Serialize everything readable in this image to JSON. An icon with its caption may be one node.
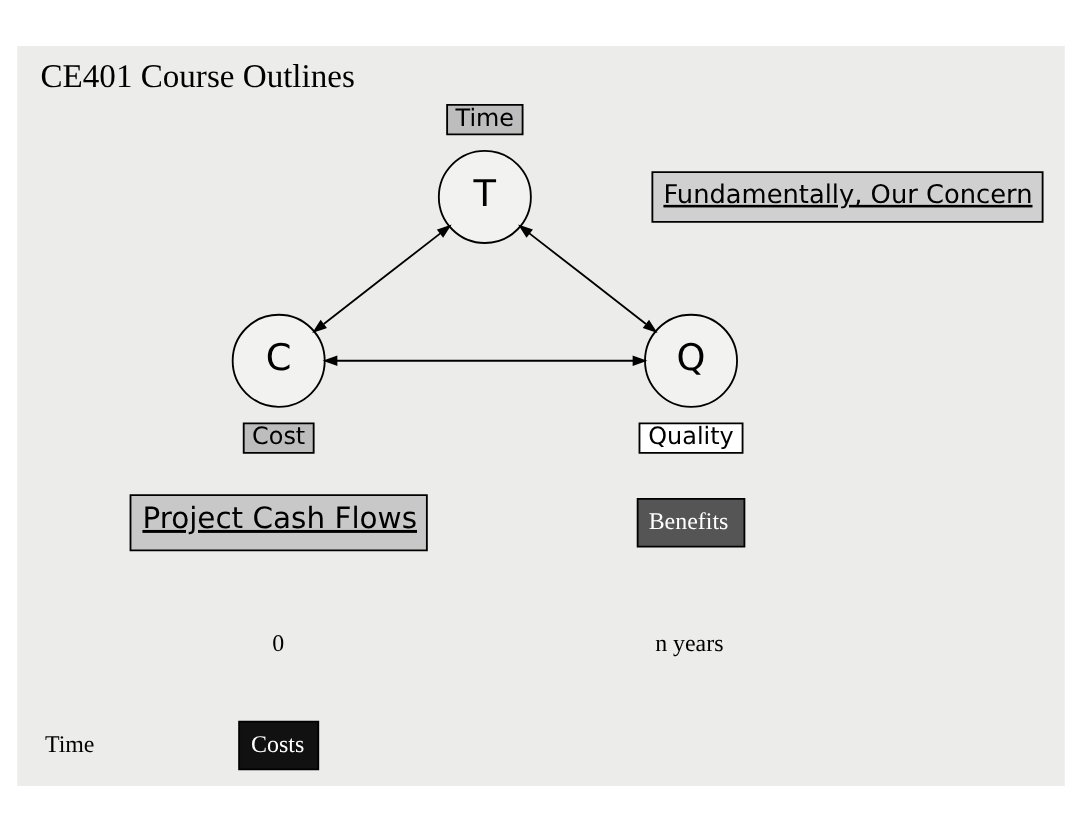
{
  "diagram": {
    "title": "CE401 Course Outlines",
    "nodes": [
      {
        "text": [
          "T"
        ],
        "beside": [
          "Time"
        ]
      },
      {
        "text": [
          "C"
        ],
        "beside": [
          "Cost"
        ]
      },
      {
        "text": [
          "Q"
        ],
        "beside": [
          "Quality"
        ]
      }
    ],
    "edges": [
      {
        "from": 0,
        "to": 1,
        "arrow": "both"
      },
      {
        "from": 0,
        "to": 2,
        "arrow": "both"
      },
      {
        "from": 1,
        "to": 2,
        "arrow": "both"
      }
    ],
    "labels": [
      "Fundamentally, Our Concern",
      "Project Cash Flows",
      "Benefits",
      "0",
      "Costs",
      "n years",
      "Time"
    ]
  }
}
